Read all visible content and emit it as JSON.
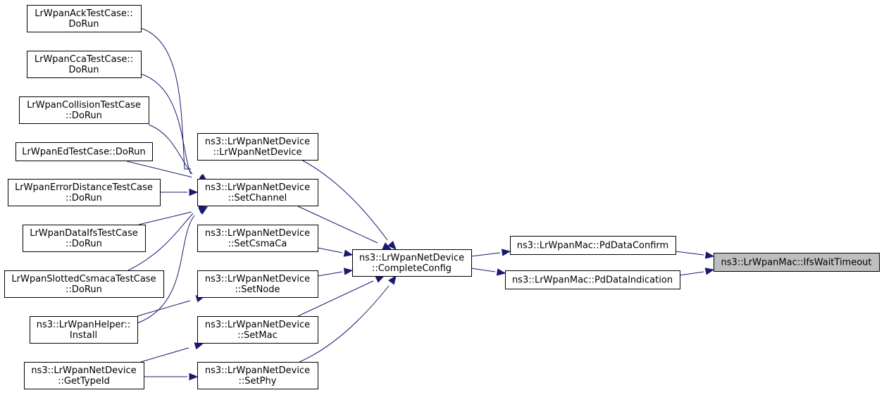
{
  "colors": {
    "edge": "#191970",
    "focus_fill": "#bfbfbf",
    "node_fill": "#ffffff",
    "node_border": "#000000"
  },
  "nodes": {
    "ack": [
      "LrWpanAckTestCase::",
      "DoRun"
    ],
    "cca": [
      "LrWpanCcaTestCase::",
      "DoRun"
    ],
    "collision": [
      "LrWpanCollisionTestCase",
      "::DoRun"
    ],
    "ed": [
      "LrWpanEdTestCase::DoRun"
    ],
    "errdist": [
      "LrWpanErrorDistanceTestCase",
      "::DoRun"
    ],
    "dataifs": [
      "LrWpanDataIfsTestCase",
      "::DoRun"
    ],
    "slotted": [
      "LrWpanSlottedCsmacaTestCase",
      "::DoRun"
    ],
    "helper_install": [
      "ns3::LrWpanHelper::",
      "Install"
    ],
    "gettypeid": [
      "ns3::LrWpanNetDevice",
      "::GetTypeId"
    ],
    "ctor": [
      "ns3::LrWpanNetDevice",
      "::LrWpanNetDevice"
    ],
    "setchannel": [
      "ns3::LrWpanNetDevice",
      "::SetChannel"
    ],
    "setcsmaca": [
      "ns3::LrWpanNetDevice",
      "::SetCsmaCa"
    ],
    "setnode": [
      "ns3::LrWpanNetDevice",
      "::SetNode"
    ],
    "setmac": [
      "ns3::LrWpanNetDevice",
      "::SetMac"
    ],
    "setphy": [
      "ns3::LrWpanNetDevice",
      "::SetPhy"
    ],
    "completeconfig": [
      "ns3::LrWpanNetDevice",
      "::CompleteConfig"
    ],
    "pddataconfirm": [
      "ns3::LrWpanMac::PdDataConfirm"
    ],
    "pddataindication": [
      "ns3::LrWpanMac::PdDataIndication"
    ],
    "ifswaittimeout": [
      "ns3::LrWpanMac::IfsWaitTimeout"
    ]
  },
  "edges": [
    [
      "ack",
      "setchannel"
    ],
    [
      "cca",
      "setchannel"
    ],
    [
      "collision",
      "setchannel"
    ],
    [
      "ed",
      "setchannel"
    ],
    [
      "errdist",
      "setchannel"
    ],
    [
      "dataifs",
      "setchannel"
    ],
    [
      "slotted",
      "setchannel"
    ],
    [
      "helper_install",
      "setchannel"
    ],
    [
      "helper_install",
      "setnode"
    ],
    [
      "gettypeid",
      "setmac"
    ],
    [
      "gettypeid",
      "setphy"
    ],
    [
      "ctor",
      "completeconfig"
    ],
    [
      "setchannel",
      "completeconfig"
    ],
    [
      "setcsmaca",
      "completeconfig"
    ],
    [
      "setnode",
      "completeconfig"
    ],
    [
      "setmac",
      "completeconfig"
    ],
    [
      "setphy",
      "completeconfig"
    ],
    [
      "completeconfig",
      "pddataconfirm"
    ],
    [
      "completeconfig",
      "pddataindication"
    ],
    [
      "pddataconfirm",
      "ifswaittimeout"
    ],
    [
      "pddataindication",
      "ifswaittimeout"
    ]
  ]
}
